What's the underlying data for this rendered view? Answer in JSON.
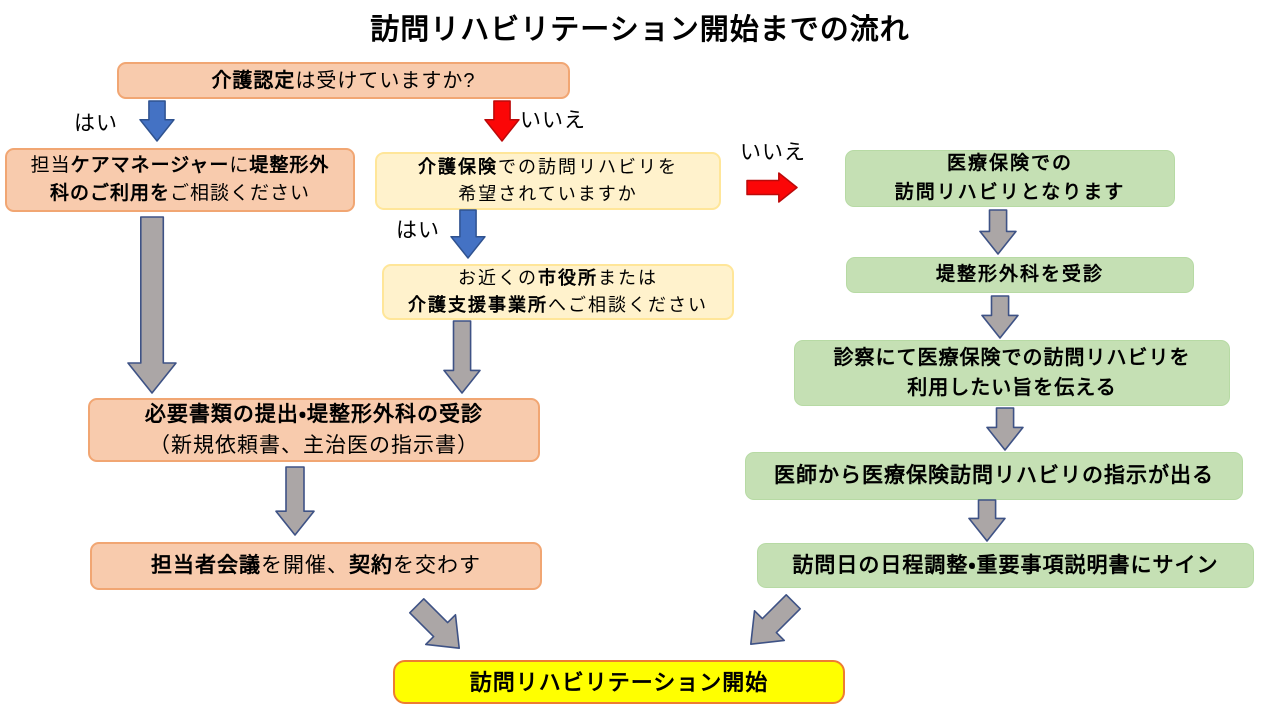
{
  "title": "訪問リハビリテーション開始までの流れ",
  "labels": {
    "yes": "はい",
    "no": "いいえ"
  },
  "colors": {
    "bg": "#FFFFFF",
    "text": "#000000",
    "orange-fill": "#F8CBAD",
    "orange-border": "#F1A673",
    "cream-fill": "#FFF2CC",
    "cream-border": "#FFE699",
    "green-fill": "#C5E0B4",
    "green-border": "#B7DAA4",
    "start-fill": "#FFFF00",
    "start-border": "#ED7D31",
    "blue-fill": "#4472C4",
    "blue-border": "#2F528F",
    "red-fill": "#FB0607",
    "red-border": "#BB0A0A",
    "gray-fill": "#ABA6A6",
    "gray-border": "#3E5285"
  },
  "nodes": {
    "q1": {
      "lines": [
        [
          {
            "t": "介護認定",
            "b": true
          },
          {
            "t": "は受けていますか?"
          }
        ]
      ]
    },
    "care_manager": {
      "lines": [
        [
          {
            "t": "担当"
          },
          {
            "t": "ケアマネージャー",
            "b": true
          },
          {
            "t": "に"
          },
          {
            "t": "堤整形外",
            "b": true
          }
        ],
        [
          {
            "t": "科のご利用を",
            "b": true
          },
          {
            "t": "ご相談ください"
          }
        ]
      ]
    },
    "q2": {
      "lines": [
        [
          {
            "t": "介護保険",
            "b": true
          },
          {
            "t": "での訪問リハビリを"
          }
        ],
        [
          {
            "t": "希望されていますか"
          }
        ]
      ]
    },
    "q3": {
      "lines": [
        [
          {
            "t": "お近くの"
          },
          {
            "t": "市役所",
            "b": true
          },
          {
            "t": "または"
          }
        ],
        [
          {
            "t": "介護支援事業所",
            "b": true
          },
          {
            "t": "へご相談ください"
          }
        ]
      ]
    },
    "g1": {
      "lines": [
        [
          {
            "t": "医療保険での",
            "b": true
          }
        ],
        [
          {
            "t": "訪問リハビリとなります",
            "b": true
          }
        ]
      ]
    },
    "g2": {
      "lines": [
        [
          {
            "t": "堤整形外科を受診",
            "b": true
          }
        ]
      ]
    },
    "g3": {
      "lines": [
        [
          {
            "t": "診察にて医療保険での訪問リハビリを",
            "b": true
          }
        ],
        [
          {
            "t": "利用したい旨を伝える",
            "b": true
          }
        ]
      ]
    },
    "g4": {
      "lines": [
        [
          {
            "t": "医師から医療保険訪問リハビリの指示が出る",
            "b": true
          }
        ]
      ]
    },
    "g5": {
      "lines": [
        [
          {
            "t": "訪問日の日程調整・重要事項説明書にサイン",
            "b": true
          }
        ]
      ]
    },
    "o2": {
      "lines": [
        [
          {
            "t": "必要書類の提出・堤整形外科の受診",
            "b": true
          }
        ],
        [
          {
            "t": "（新規依頼書、主治医の指示書）"
          }
        ]
      ]
    },
    "o3": {
      "lines": [
        [
          {
            "t": "担当者会議",
            "b": true
          },
          {
            "t": "を開催、"
          },
          {
            "t": "契約",
            "b": true
          },
          {
            "t": "を交わす"
          }
        ]
      ]
    },
    "start": {
      "lines": [
        [
          {
            "t": "訪問リハビリテーション開始",
            "b": true
          }
        ]
      ]
    }
  }
}
